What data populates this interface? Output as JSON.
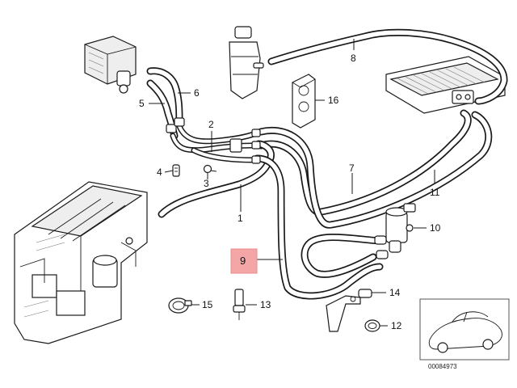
{
  "diagram": {
    "callouts": [
      {
        "id": "1",
        "label": "1"
      },
      {
        "id": "2",
        "label": "2"
      },
      {
        "id": "3",
        "label": "3"
      },
      {
        "id": "4",
        "label": "4"
      },
      {
        "id": "5",
        "label": "5"
      },
      {
        "id": "6",
        "label": "6"
      },
      {
        "id": "7",
        "label": "7"
      },
      {
        "id": "8",
        "label": "8"
      },
      {
        "id": "9",
        "label": "9"
      },
      {
        "id": "10",
        "label": "10"
      },
      {
        "id": "11",
        "label": "11"
      },
      {
        "id": "12",
        "label": "12"
      },
      {
        "id": "13",
        "label": "13"
      },
      {
        "id": "14",
        "label": "14"
      },
      {
        "id": "15",
        "label": "15"
      },
      {
        "id": "16",
        "label": "16"
      }
    ],
    "highlighted_callout": "9",
    "highlight_color": "#f4a6a6",
    "part_code": "00084973"
  }
}
